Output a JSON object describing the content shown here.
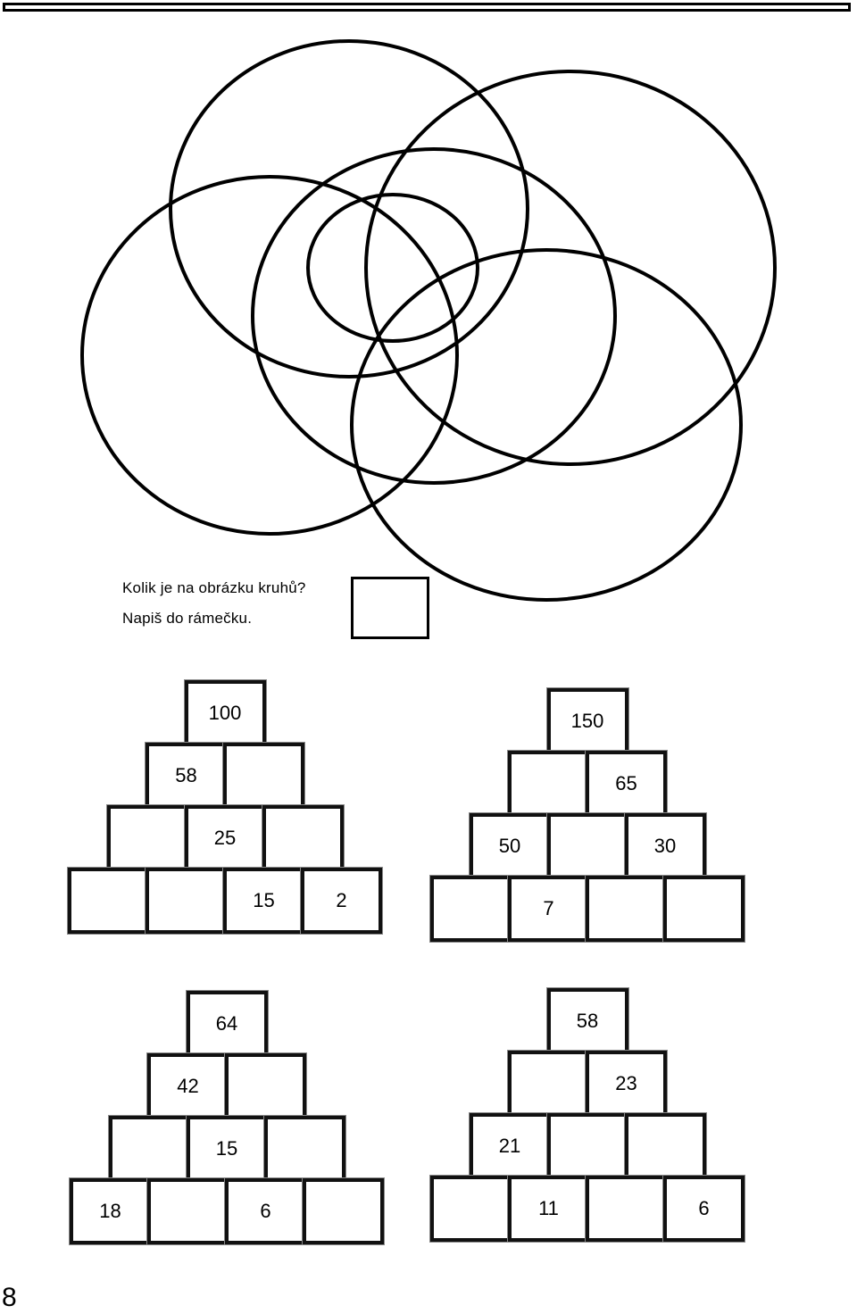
{
  "question": {
    "line1": "Kolik je na obrázku kruhů?",
    "line2": "Napiš do rámečku."
  },
  "pyramids": [
    {
      "rows": [
        [
          "100"
        ],
        [
          "58",
          ""
        ],
        [
          "",
          "25",
          ""
        ],
        [
          "",
          "",
          "15",
          "2"
        ]
      ]
    },
    {
      "rows": [
        [
          "150"
        ],
        [
          "",
          "65"
        ],
        [
          "50",
          "",
          "30"
        ],
        [
          "",
          "7",
          "",
          ""
        ]
      ]
    },
    {
      "rows": [
        [
          "64"
        ],
        [
          "42",
          ""
        ],
        [
          "",
          "15",
          ""
        ],
        [
          "18",
          "",
          "6",
          ""
        ]
      ]
    },
    {
      "rows": [
        [
          "58"
        ],
        [
          "",
          "23"
        ],
        [
          "21",
          "",
          ""
        ],
        [
          "",
          "11",
          "",
          "6"
        ]
      ]
    }
  ],
  "page_number": "8"
}
